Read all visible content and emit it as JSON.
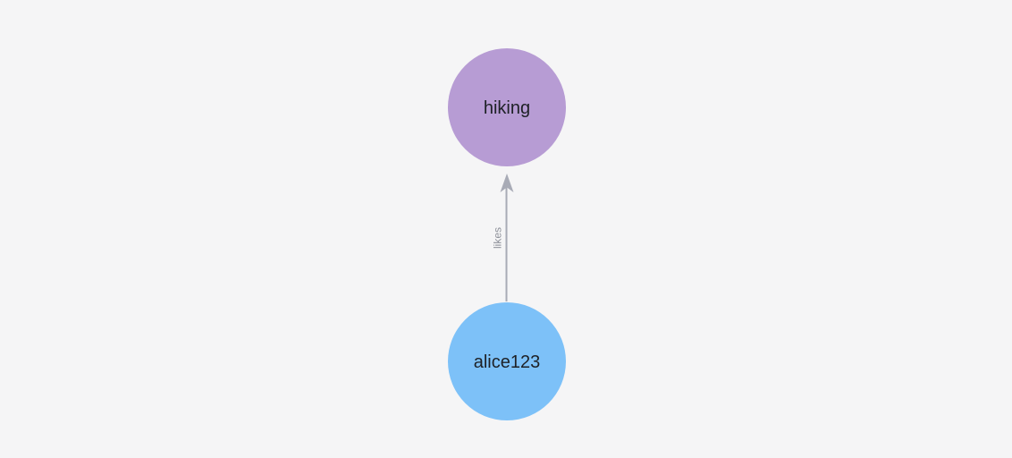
{
  "canvas": {
    "background_color": "#f5f5f6"
  },
  "graph": {
    "nodes": [
      {
        "id": "hiking",
        "label": "hiking",
        "color": "#b79cd4",
        "text_color": "#1e2126"
      },
      {
        "id": "alice123",
        "label": "alice123",
        "color": "#7dc1f8",
        "text_color": "#1e2126"
      }
    ],
    "edges": [
      {
        "from": "alice123",
        "to": "hiking",
        "label": "likes",
        "color": "#a8abb6",
        "label_color": "#8f929b"
      }
    ]
  }
}
